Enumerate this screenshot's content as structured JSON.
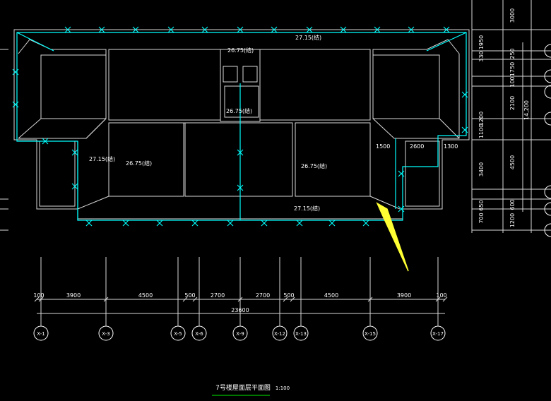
{
  "drawing": {
    "title": "7号楼屋面层平面图",
    "scale": "1:100"
  },
  "elevations": {
    "top": "27.15(结)",
    "parapet_left": "27.15(结)",
    "bottom": "27.15(结)",
    "stair_top": "26.75(结)",
    "stair_mid": "26.75(结)",
    "room_left": "26.75(结)",
    "room_right": "26.75(结)"
  },
  "dims_inner": {
    "d1500": "1500",
    "d2600": "2600",
    "d1300": "1300"
  },
  "dims_bottom": {
    "segments": [
      "100",
      "3900",
      "4500",
      "500",
      "2700",
      "2700",
      "500",
      "4500",
      "3900",
      "100"
    ],
    "total": "23600"
  },
  "dims_right": {
    "r3000": "3000",
    "r1950": "1950",
    "r330": "330",
    "r250": "250",
    "r1750": "1750",
    "r100": "100",
    "r2100": "2100",
    "r14200": "14,200",
    "r1200": "1200",
    "r1100": "1100",
    "r4500": "4500",
    "r3400": "3400",
    "r600": "600",
    "r700": "700",
    "r650": "650",
    "r1200b": "1200"
  },
  "axes": [
    "X-1",
    "X-3",
    "X-5",
    "X-6",
    "X-9",
    "X-12",
    "X-13",
    "X-15",
    "X-17"
  ],
  "colors": {
    "background": "#000000",
    "linework": "#ffffff",
    "cyan": "#00ffff",
    "arrow": "#ffff33",
    "underline": "#00c000"
  }
}
